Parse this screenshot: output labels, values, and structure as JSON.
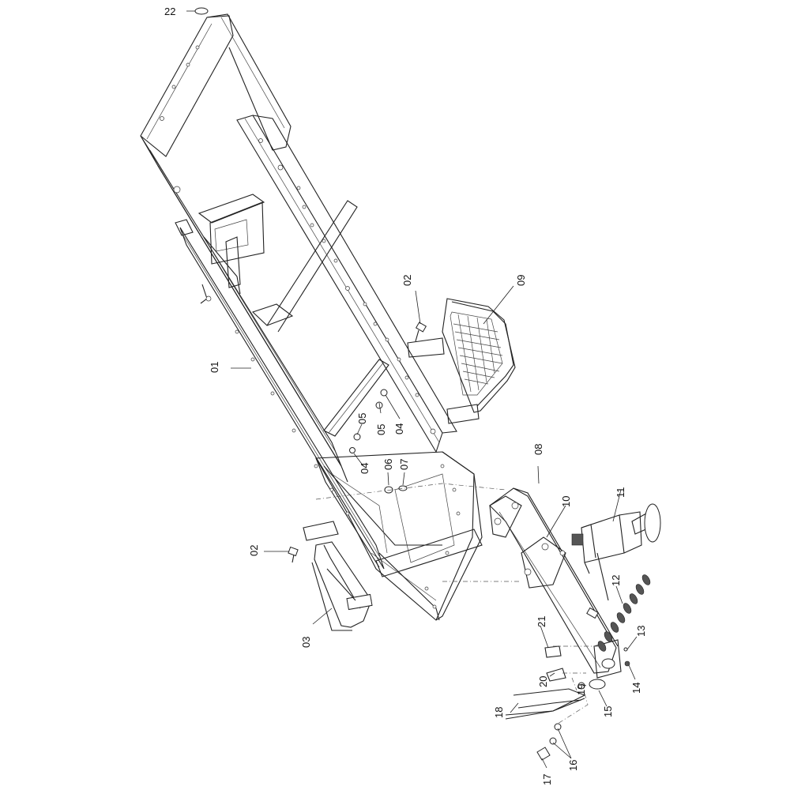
{
  "callouts": {
    "c01": "01",
    "c02a": "02",
    "c02b": "02",
    "c03": "03",
    "c04a": "04",
    "c04b": "04",
    "c05a": "05",
    "c05b": "05",
    "c06": "06",
    "c07": "07",
    "c08": "08",
    "c09": "09",
    "c10": "10",
    "c11": "11",
    "c12": "12",
    "c13": "13",
    "c14": "14",
    "c15": "15",
    "c16": "16",
    "c17": "17",
    "c18": "18",
    "c19": "19",
    "c20": "20",
    "c21": "21",
    "c22": "22"
  }
}
